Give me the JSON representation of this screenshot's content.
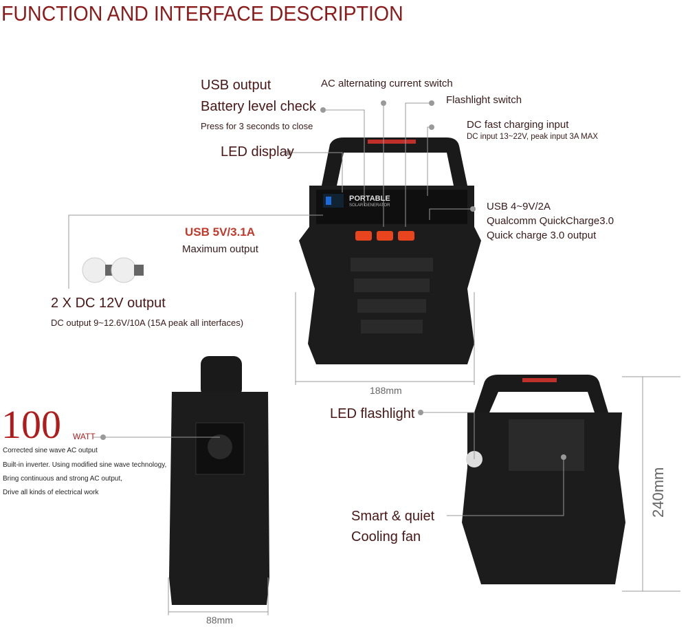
{
  "title": "FUNCTION AND INTERFACE DESCRIPTION",
  "colors": {
    "title": "#8b1a1a",
    "label": "#4a1616",
    "accent_red": "#c0392b",
    "device": "#1c1c1c",
    "button": "#e8441e"
  },
  "front_labels": {
    "usb_output": "USB output",
    "battery_check": "Battery level check",
    "press_close": "Press for 3 seconds to close",
    "led_display": "LED display",
    "ac_switch": "AC alternating current switch",
    "flashlight_switch": "Flashlight switch",
    "dc_input": "DC fast charging input",
    "dc_input_spec": "DC input 13~22V, peak input 3A MAX",
    "usb_qc_1": "USB 4~9V/2A",
    "usb_qc_2": "Qualcomm QuickCharge3.0",
    "usb_qc_3": "Quick charge 3.0 output",
    "usb_5v": "USB 5V/3.1A",
    "usb_5v_sub": "Maximum output",
    "dc12": "2 X DC 12V output",
    "dc12_spec": "DC output 9~12.6V/10A (15A peak all interfaces)",
    "width": "188mm",
    "device_brand": "PORTABLE",
    "device_sub": "SOLAR GENERATOR"
  },
  "side_labels": {
    "watt_number": "100",
    "watt_unit": "WATT",
    "lines": [
      "Corrected sine wave AC output",
      "Built-in inverter. Using modified sine wave technology,",
      "Bring continuous and strong AC output,",
      "Drive all kinds of electrical work"
    ],
    "depth": "88mm"
  },
  "back_labels": {
    "flashlight": "LED flashlight",
    "fan_1": "Smart & quiet",
    "fan_2": "Cooling fan",
    "height": "240mm"
  }
}
